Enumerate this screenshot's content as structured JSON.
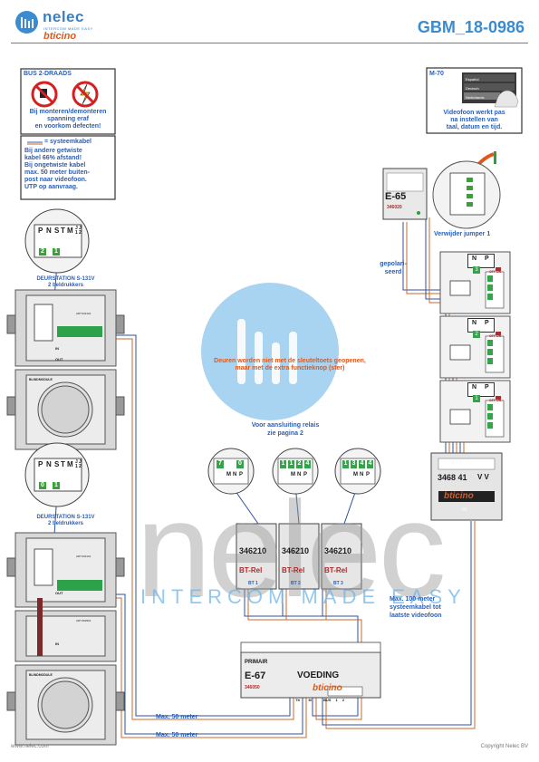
{
  "header": {
    "logo_word": "nelec",
    "logo_tagline": "INTERCOM MADE EASY",
    "logo_brand": "bticino",
    "doc_id": "GBM_18-0986"
  },
  "colors": {
    "brand_blue": "#3a8bd0",
    "brand_orange": "#e1581b",
    "text_blue": "#2c5fb4",
    "watermark_blue": "#6fb7e8"
  },
  "bus_box": {
    "title": "BUS 2-DRAADS",
    "warning_lines": [
      "Bij monteren/demonteren",
      "spanning eraf",
      "en voorkom defecten!"
    ],
    "icons": [
      "no-plug-icon",
      "no-voltage-icon"
    ]
  },
  "cable_box": {
    "legend_label": "= systeemkabel",
    "lines": [
      "Bij andere getwiste",
      "kabel 66% afstand!",
      "Bij ongetwiste kabel",
      "max. 50 meter buiten-",
      "post naar videofoon.",
      "UTP op aanvraag."
    ]
  },
  "m70_box": {
    "title": "M-70",
    "languages": [
      "Español",
      "Deutsch",
      "Nederlands"
    ],
    "note_lines": [
      "Videofoon werkt pas",
      "na instellen van",
      "taal, datum en tijd."
    ]
  },
  "e65": {
    "model": "E-65",
    "code": "346020",
    "side_label_lines": [
      "gepolari-",
      "seerd"
    ]
  },
  "jumper": {
    "label": "Verwijder jumper 1"
  },
  "door_stations": [
    {
      "label_lines": [
        "DEURSTATION S-131V",
        "2 beldrukkers"
      ],
      "terminals": [
        "P",
        "N",
        "S",
        "T",
        "M"
      ],
      "jumper_header": [
        "J",
        "1",
        "J",
        "2"
      ],
      "values": [
        "2",
        "1"
      ],
      "module_code": "ART.331101",
      "terminals_in": "IN",
      "terminals_out": "OUT",
      "blind_label": "BLINDMODULE"
    },
    {
      "label_lines": [
        "DEURSTATION S-131V",
        "2 beldrukkers"
      ],
      "terminals": [
        "P",
        "N",
        "S",
        "T",
        "M"
      ],
      "jumper_header": [
        "J",
        "1",
        "J",
        "2"
      ],
      "values": [
        "0",
        "1"
      ],
      "module_code": "ART.331101",
      "module2_code": "ART.352501",
      "terminals_in": "IN",
      "terminals_out": "OUT",
      "blind_label": "BLINDMODULE"
    }
  ],
  "center_note": {
    "lines": [
      "Deuren worden niet met de sleuteltoets geopenen,",
      "maar met de extra functieknop (ster)"
    ]
  },
  "relay_note": {
    "lines": [
      "Voor aansluiting relais",
      "zie pagina 2"
    ]
  },
  "relays": [
    {
      "code": "346210",
      "label": "BT-Rel",
      "bt": "BT 1",
      "dip": [
        "7",
        "0"
      ],
      "dip_letters": [
        "M",
        "N",
        "P"
      ]
    },
    {
      "code": "346210",
      "label": "BT-Rel",
      "bt": "BT 2",
      "dip": [
        "1",
        "1",
        "2",
        "4"
      ],
      "dip_letters": [
        "M",
        "N",
        "P"
      ]
    },
    {
      "code": "346210",
      "label": "BT-Rel",
      "bt": "BT 3",
      "dip": [
        "1",
        "3",
        "4",
        "4"
      ],
      "dip_letters": [
        "M",
        "N",
        "P"
      ]
    }
  ],
  "monitors": [
    {
      "n_label": "N",
      "p_label": "P",
      "n_value": "3",
      "off_on": "OFF ON"
    },
    {
      "n_label": "N",
      "p_label": "P",
      "n_value": "2",
      "off_on": "OFF ON"
    },
    {
      "n_label": "N",
      "p_label": "P",
      "n_value": "1",
      "off_on": "OFF ON"
    }
  ],
  "distributor": {
    "code": "3468 41",
    "vv": "V V",
    "brand": "bticino",
    "in_label": "IN"
  },
  "power": {
    "header": "PRIMAIR",
    "model": "E-67",
    "name": "VOEDING",
    "code": "346050",
    "brand": "bticino",
    "terminals": [
      "TK",
      "M",
      "BUS",
      "1",
      "2"
    ]
  },
  "distance_labels": {
    "max_50_a": "Max. 50 meter",
    "max_50_b": "Max. 50 meter",
    "max_100_lines": [
      "Max. 100 meter",
      "systeemkabel tot",
      "laatste videofoon"
    ]
  },
  "watermark": {
    "word": "nelec",
    "tagline": "INTERCOM MADE EASY"
  },
  "footer": {
    "left": "www.nelec.com",
    "right": "Copyright Nelec BV"
  }
}
